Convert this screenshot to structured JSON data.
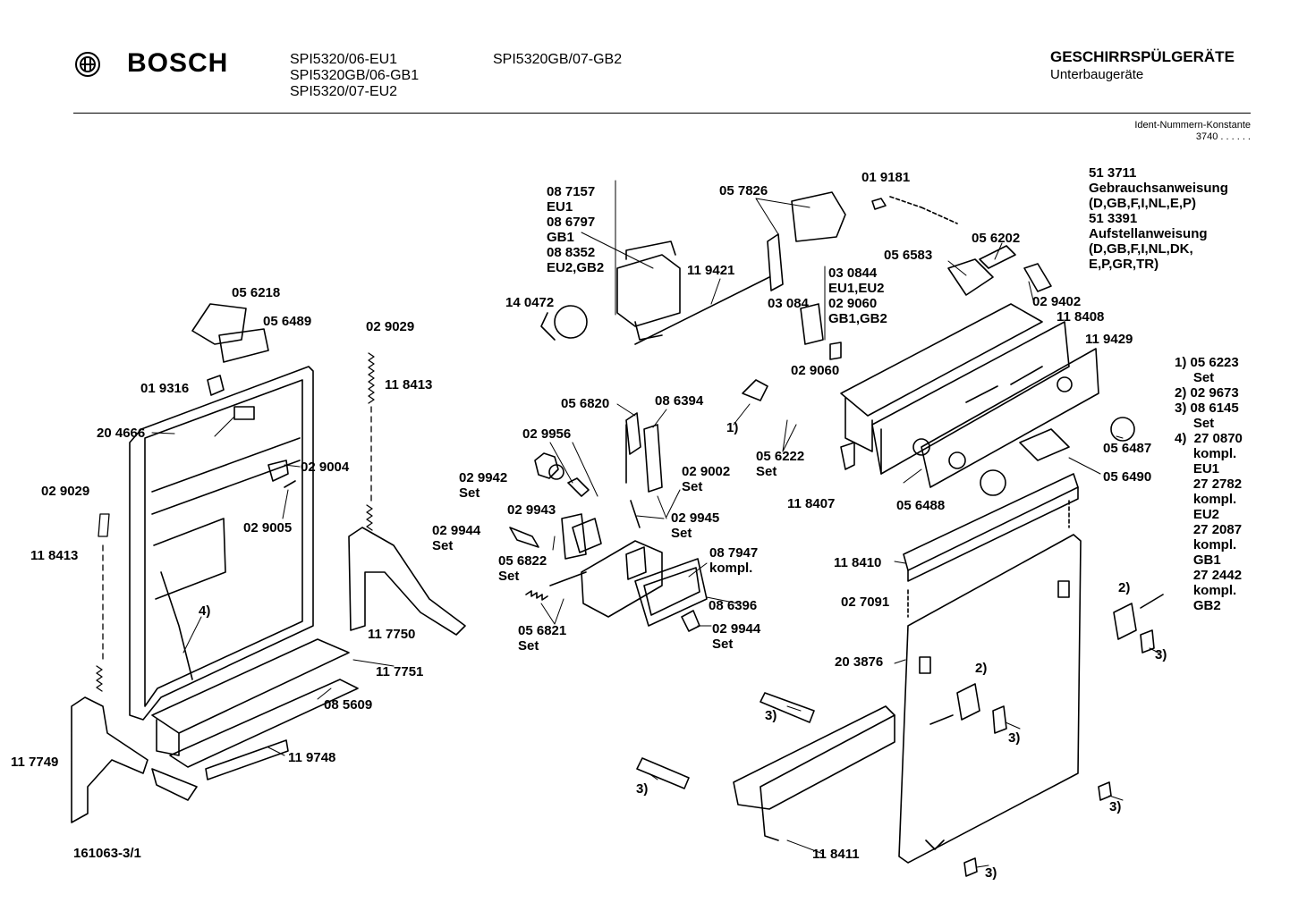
{
  "header": {
    "brand": "BOSCH",
    "models_left": [
      "SPI5320/06-EU1",
      "SPI5320GB/06-GB1",
      "SPI5320/07-EU2"
    ],
    "models_right": "SPI5320GB/07-GB2",
    "title": "GESCHIRRSPÜLGERÄTE",
    "subtitle": "Unterbaugeräte",
    "ident_label": "Ident-Nummern-Konstante",
    "ident_value": "3740  . .  . . . ."
  },
  "footer": {
    "drawing_number": "161063-3/1"
  },
  "parts": [
    {
      "id": "p1",
      "text": "05 6218"
    },
    {
      "id": "p2",
      "text": "05 6489"
    },
    {
      "id": "p3",
      "text": "01 9316"
    },
    {
      "id": "p4",
      "text": "20 4666"
    },
    {
      "id": "p5",
      "text": "02 9004"
    },
    {
      "id": "p6",
      "text": "02 9005"
    },
    {
      "id": "p7",
      "text": "02 9029"
    },
    {
      "id": "p8",
      "text": "11 8413"
    },
    {
      "id": "p9",
      "text": "02 9029"
    },
    {
      "id": "p10",
      "text": "11 8413"
    },
    {
      "id": "p11",
      "text": "4)"
    },
    {
      "id": "p12",
      "text": "11 7750"
    },
    {
      "id": "p13",
      "text": "11 7751"
    },
    {
      "id": "p14",
      "text": "08 5609"
    },
    {
      "id": "p15",
      "text": "11 9748"
    },
    {
      "id": "p16",
      "text": "11 7749"
    },
    {
      "id": "p17",
      "text": "08 7157\nEU1\n08 6797\nGB1\n08 8352\nEU2,GB2"
    },
    {
      "id": "p18",
      "text": "14 0472"
    },
    {
      "id": "p19",
      "text": "11 9421"
    },
    {
      "id": "p20",
      "text": "05 7826"
    },
    {
      "id": "p21",
      "text": "01 9181"
    },
    {
      "id": "p22",
      "text": "03 0844\nEU1,EU2\n02 9060\nGB1,GB2"
    },
    {
      "id": "p23",
      "text": "03 084"
    },
    {
      "id": "p24",
      "text": "02 9060"
    },
    {
      "id": "p25",
      "text": "05 6583"
    },
    {
      "id": "p26",
      "text": "05 6202"
    },
    {
      "id": "p27",
      "text": "02 9402"
    },
    {
      "id": "p28",
      "text": "11 8408"
    },
    {
      "id": "p29",
      "text": "11 9429"
    },
    {
      "id": "p30",
      "text": "51 3711\nGebrauchsanweisung\n(D,GB,F,I,NL,E,P)\n51 3391\nAufstellanweisung\n(D,GB,F,I,NL,DK,\nE,P,GR,TR)"
    },
    {
      "id": "p31",
      "text": "1) 05 6223\n     Set\n2) 02 9673\n3) 08 6145\n     Set\n4)  27 0870\n     kompl.\n     EU1\n     27 2782\n     kompl.\n     EU2\n     27 2087\n     kompl.\n     GB1\n     27 2442\n     kompl.\n     GB2"
    },
    {
      "id": "p32",
      "text": "05 6820"
    },
    {
      "id": "p33",
      "text": "08 6394"
    },
    {
      "id": "p34",
      "text": "02 9956"
    },
    {
      "id": "p35",
      "text": "02 9942\nSet"
    },
    {
      "id": "p36",
      "text": "02 9002\nSet"
    },
    {
      "id": "p37",
      "text": "02 9943"
    },
    {
      "id": "p38",
      "text": "02 9945\nSet"
    },
    {
      "id": "p39",
      "text": "02 9944\nSet"
    },
    {
      "id": "p40",
      "text": "05 6822\nSet"
    },
    {
      "id": "p41",
      "text": "08 7947\nkompl."
    },
    {
      "id": "p42",
      "text": "08 6396"
    },
    {
      "id": "p43",
      "text": "05 6821\nSet"
    },
    {
      "id": "p44",
      "text": "02 9944\nSet"
    },
    {
      "id": "p45",
      "text": "1)"
    },
    {
      "id": "p46",
      "text": "05 6222\nSet"
    },
    {
      "id": "p47",
      "text": "11 8407"
    },
    {
      "id": "p48",
      "text": "05 6488"
    },
    {
      "id": "p49",
      "text": "05 6487"
    },
    {
      "id": "p50",
      "text": "05 6490"
    },
    {
      "id": "p51",
      "text": "11 8410"
    },
    {
      "id": "p52",
      "text": "02 7091"
    },
    {
      "id": "p53",
      "text": "20 3876"
    },
    {
      "id": "p54",
      "text": "2)"
    },
    {
      "id": "p55",
      "text": "3)"
    },
    {
      "id": "p56",
      "text": "2)"
    },
    {
      "id": "p57",
      "text": "3)"
    },
    {
      "id": "p58",
      "text": "3)"
    },
    {
      "id": "p59",
      "text": "3)"
    },
    {
      "id": "p60",
      "text": "3)"
    },
    {
      "id": "p61",
      "text": "3)"
    },
    {
      "id": "p62",
      "text": "11 8411"
    }
  ]
}
